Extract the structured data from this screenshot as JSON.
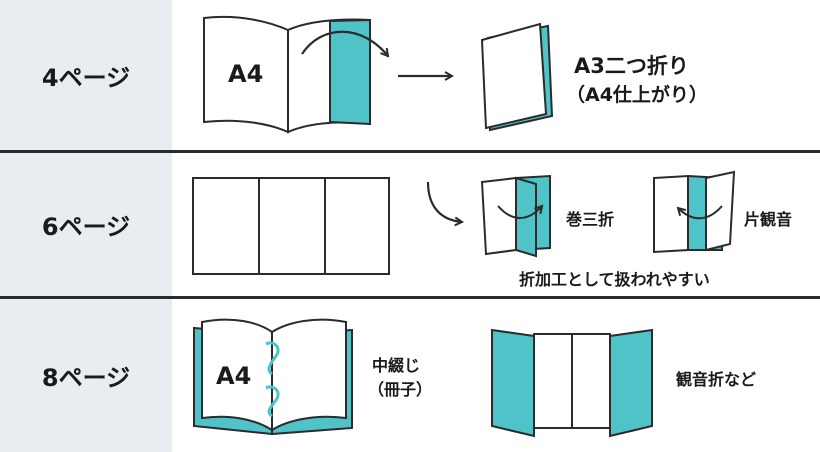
{
  "colors": {
    "accent": "#4fc3c8",
    "label_bg": "#e8edf1",
    "line": "#2b2b2b"
  },
  "rows": [
    {
      "label": "4ページ",
      "book_text": "A4",
      "result_line1": "A3二つ折り",
      "result_line2": "（A4仕上がり）"
    },
    {
      "label": "6ページ",
      "fold1": "巻三折",
      "fold2": "片観音",
      "note": "折加工として扱われやすい"
    },
    {
      "label": "8ページ",
      "book_text": "A4",
      "result_line1": "中綴じ",
      "result_line2": "（冊子）",
      "fold": "観音折など"
    }
  ]
}
